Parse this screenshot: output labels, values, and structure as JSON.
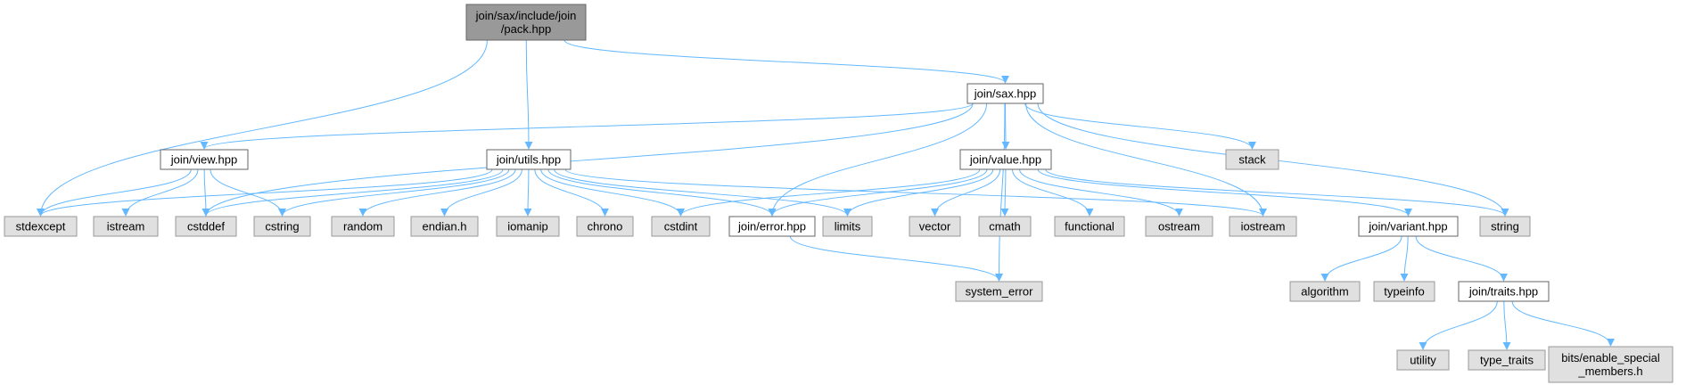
{
  "diagram": {
    "colors": {
      "root_fill": "#999999",
      "project_fill": "#ffffff",
      "system_fill": "#e0e0e0",
      "system_border": "#999999",
      "border": "#666666",
      "edge": "#63b8ff"
    },
    "nodes": [
      {
        "id": "pack",
        "lines": [
          "join/sax/include/join",
          "/pack.hpp"
        ],
        "kind": "root"
      },
      {
        "id": "sax",
        "lines": [
          "join/sax.hpp"
        ],
        "kind": "project"
      },
      {
        "id": "view",
        "lines": [
          "join/view.hpp"
        ],
        "kind": "project"
      },
      {
        "id": "utils",
        "lines": [
          "join/utils.hpp"
        ],
        "kind": "project"
      },
      {
        "id": "value",
        "lines": [
          "join/value.hpp"
        ],
        "kind": "project"
      },
      {
        "id": "stack",
        "lines": [
          "stack"
        ],
        "kind": "system"
      },
      {
        "id": "stdexcept",
        "lines": [
          "stdexcept"
        ],
        "kind": "system"
      },
      {
        "id": "istream",
        "lines": [
          "istream"
        ],
        "kind": "system"
      },
      {
        "id": "cstddef",
        "lines": [
          "cstddef"
        ],
        "kind": "system"
      },
      {
        "id": "cstring",
        "lines": [
          "cstring"
        ],
        "kind": "system"
      },
      {
        "id": "random",
        "lines": [
          "random"
        ],
        "kind": "system"
      },
      {
        "id": "endian",
        "lines": [
          "endian.h"
        ],
        "kind": "system"
      },
      {
        "id": "iomanip",
        "lines": [
          "iomanip"
        ],
        "kind": "system"
      },
      {
        "id": "chrono",
        "lines": [
          "chrono"
        ],
        "kind": "system"
      },
      {
        "id": "cstdint",
        "lines": [
          "cstdint"
        ],
        "kind": "system"
      },
      {
        "id": "error",
        "lines": [
          "join/error.hpp"
        ],
        "kind": "project"
      },
      {
        "id": "limits",
        "lines": [
          "limits"
        ],
        "kind": "system"
      },
      {
        "id": "vector",
        "lines": [
          "vector"
        ],
        "kind": "system"
      },
      {
        "id": "cmath",
        "lines": [
          "cmath"
        ],
        "kind": "system"
      },
      {
        "id": "functional",
        "lines": [
          "functional"
        ],
        "kind": "system"
      },
      {
        "id": "ostream",
        "lines": [
          "ostream"
        ],
        "kind": "system"
      },
      {
        "id": "iostream",
        "lines": [
          "iostream"
        ],
        "kind": "system"
      },
      {
        "id": "variant",
        "lines": [
          "join/variant.hpp"
        ],
        "kind": "project"
      },
      {
        "id": "string",
        "lines": [
          "string"
        ],
        "kind": "system"
      },
      {
        "id": "system_error",
        "lines": [
          "system_error"
        ],
        "kind": "system"
      },
      {
        "id": "algorithm",
        "lines": [
          "algorithm"
        ],
        "kind": "system"
      },
      {
        "id": "typeinfo",
        "lines": [
          "typeinfo"
        ],
        "kind": "system"
      },
      {
        "id": "traits",
        "lines": [
          "join/traits.hpp"
        ],
        "kind": "project"
      },
      {
        "id": "utility",
        "lines": [
          "utility"
        ],
        "kind": "system"
      },
      {
        "id": "type_traits",
        "lines": [
          "type_traits"
        ],
        "kind": "system"
      },
      {
        "id": "enable_special",
        "lines": [
          "bits/enable_special",
          "_members.h"
        ],
        "kind": "system"
      }
    ],
    "edges": [
      [
        "pack",
        "stdexcept"
      ],
      [
        "pack",
        "utils"
      ],
      [
        "pack",
        "sax"
      ],
      [
        "sax",
        "view"
      ],
      [
        "sax",
        "cstddef"
      ],
      [
        "sax",
        "error"
      ],
      [
        "sax",
        "value"
      ],
      [
        "sax",
        "system_error"
      ],
      [
        "sax",
        "stack"
      ],
      [
        "sax",
        "iostream"
      ],
      [
        "sax",
        "string"
      ],
      [
        "view",
        "stdexcept"
      ],
      [
        "view",
        "istream"
      ],
      [
        "view",
        "cstddef"
      ],
      [
        "view",
        "cstring"
      ],
      [
        "utils",
        "stdexcept"
      ],
      [
        "utils",
        "cstddef"
      ],
      [
        "utils",
        "cstring"
      ],
      [
        "utils",
        "random"
      ],
      [
        "utils",
        "endian"
      ],
      [
        "utils",
        "iomanip"
      ],
      [
        "utils",
        "chrono"
      ],
      [
        "utils",
        "cstdint"
      ],
      [
        "utils",
        "error"
      ],
      [
        "utils",
        "limits"
      ],
      [
        "utils",
        "iostream"
      ],
      [
        "value",
        "cstdint"
      ],
      [
        "value",
        "error"
      ],
      [
        "value",
        "limits"
      ],
      [
        "value",
        "vector"
      ],
      [
        "value",
        "cmath"
      ],
      [
        "value",
        "functional"
      ],
      [
        "value",
        "ostream"
      ],
      [
        "value",
        "variant"
      ],
      [
        "value",
        "string"
      ],
      [
        "error",
        "system_error"
      ],
      [
        "variant",
        "algorithm"
      ],
      [
        "variant",
        "typeinfo"
      ],
      [
        "variant",
        "traits"
      ],
      [
        "traits",
        "utility"
      ],
      [
        "traits",
        "type_traits"
      ],
      [
        "traits",
        "enable_special"
      ]
    ]
  }
}
